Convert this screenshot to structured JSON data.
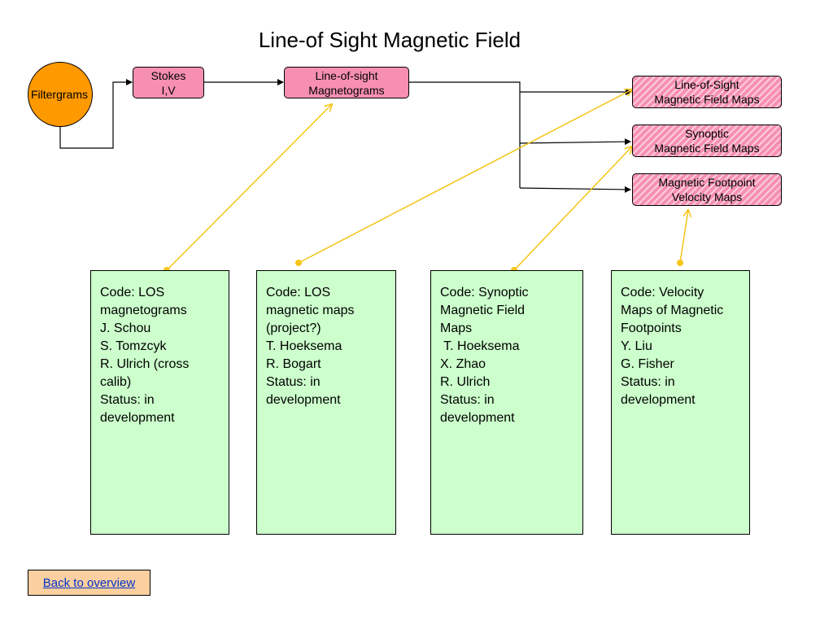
{
  "title": "Line-of Sight Magnetic Field",
  "nodes": {
    "filtergrams": "Filtergrams",
    "stokes": [
      "Stokes",
      "I,V"
    ],
    "los_magnetograms": [
      "Line-of-sight",
      "Magnetograms"
    ],
    "los_field_maps": [
      "Line-of-Sight",
      "Magnetic Field Maps"
    ],
    "synoptic_maps": [
      "Synoptic",
      "Magnetic Field Maps"
    ],
    "footpoint_velocity_maps": [
      "Magnetic Footpoint",
      "Velocity Maps"
    ]
  },
  "cards": [
    [
      "Code: LOS",
      "magnetograms",
      "J. Schou",
      "S. Tomzcyk",
      "R. Ulrich (cross",
      "calib)",
      "",
      "Status: in",
      "development"
    ],
    [
      "Code: LOS",
      "magnetic maps",
      "(project?)",
      "T. Hoeksema",
      "R. Bogart",
      "",
      "Status: in",
      "development"
    ],
    [
      "Code: Synoptic",
      "Magnetic Field",
      "Maps",
      " T. Hoeksema",
      "X. Zhao",
      "R. Ulrich",
      "",
      "Status: in",
      "development"
    ],
    [
      "Code: Velocity",
      "Maps of Magnetic",
      "Footpoints",
      "Y. Liu",
      "G. Fisher",
      "",
      "Status: in",
      "development"
    ]
  ],
  "back_link": "Back to overview",
  "colors": {
    "circle": "#ff9900",
    "node": "#f78fb3",
    "card": "#ccffcc",
    "pointer": "#f5c518",
    "button": "#fbcf9f",
    "link": "#0033cc"
  }
}
